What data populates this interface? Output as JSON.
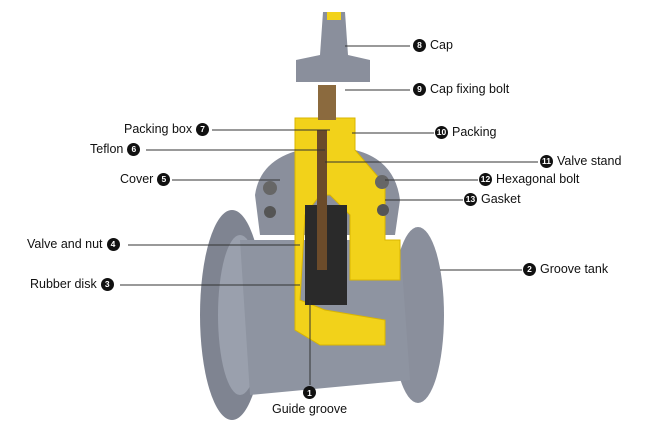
{
  "labels": [
    {
      "num": "8",
      "text": "Cap"
    },
    {
      "num": "9",
      "text": "Cap fixing bolt"
    },
    {
      "num": "7",
      "text": "Packing box"
    },
    {
      "num": "10",
      "text": "Packing"
    },
    {
      "num": "6",
      "text": "Teflon"
    },
    {
      "num": "11",
      "text": "Valve stand"
    },
    {
      "num": "5",
      "text": "Cover"
    },
    {
      "num": "12",
      "text": "Hexagonal bolt"
    },
    {
      "num": "13",
      "text": "Gasket"
    },
    {
      "num": "4",
      "text": "Valve and nut"
    },
    {
      "num": "2",
      "text": "Groove tank"
    },
    {
      "num": "3",
      "text": "Rubber disk"
    },
    {
      "num": "1",
      "text": "Guide groove"
    }
  ],
  "colors": {
    "body": "#8a8f9c",
    "cutaway": "#f2d21a",
    "leader": "#333333"
  }
}
